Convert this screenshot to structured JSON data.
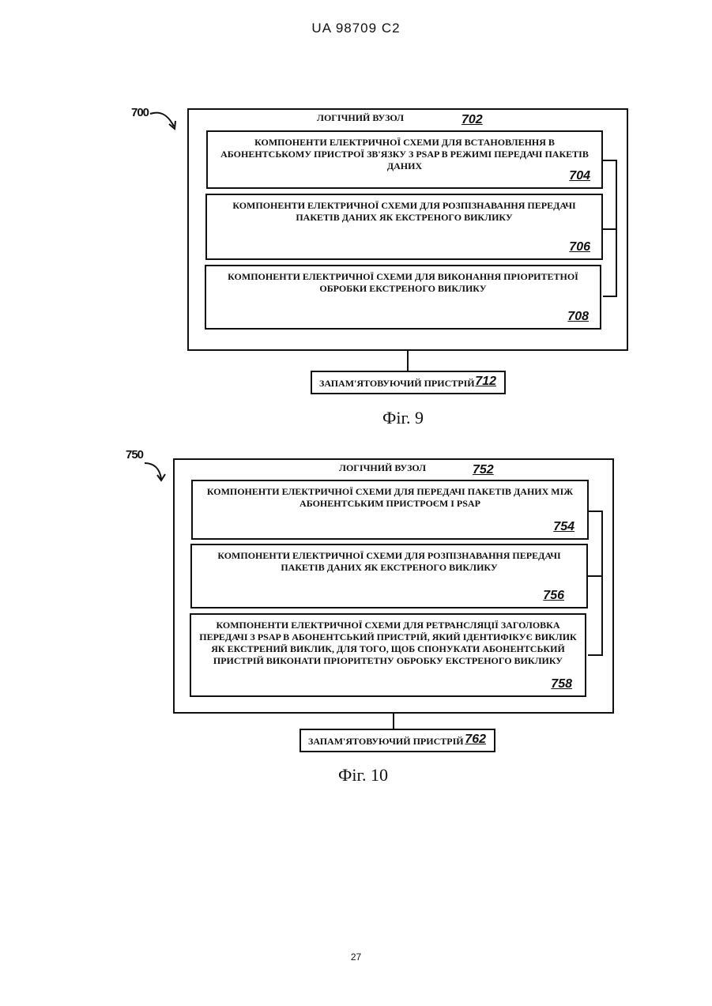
{
  "header": "UA   98709   C2",
  "page_number": "27",
  "fig9": {
    "ref": "700",
    "node_title": "ЛОГІЧНИЙ ВУЗОЛ",
    "node_ref": "702",
    "blocks": [
      {
        "text": "КОМПОНЕНТИ ЕЛЕКТРИЧНОЇ СХЕМИ ДЛЯ ВСТАНОВЛЕННЯ В АБОНЕНТСЬКОМУ ПРИСТРОЇ ЗВ'ЯЗКУ З PSAP В РЕЖИМІ ПЕРЕДАЧІ ПАКЕТІВ ДАНИХ",
        "ref": "704"
      },
      {
        "text": "КОМПОНЕНТИ ЕЛЕКТРИЧНОЇ СХЕМИ ДЛЯ РОЗПІЗНАВАННЯ ПЕРЕДАЧІ ПАКЕТІВ ДАНИХ ЯК ЕКСТРЕНОГО ВИКЛИКУ",
        "ref": "706"
      },
      {
        "text": "КОМПОНЕНТИ ЕЛЕКТРИЧНОЇ СХЕМИ ДЛЯ ВИКОНАННЯ ПРІОРИТЕТНОЇ ОБРОБКИ ЕКСТРЕНОГО ВИКЛИКУ",
        "ref": "708"
      }
    ],
    "memory_label": "ЗАПАМ'ЯТОВУЮЧИЙ ПРИСТРІЙ",
    "memory_ref": "712",
    "caption": "Фіг. 9"
  },
  "fig10": {
    "ref": "750",
    "node_title": "ЛОГІЧНИЙ ВУЗОЛ",
    "node_ref": "752",
    "blocks": [
      {
        "text": "КОМПОНЕНТИ ЕЛЕКТРИЧНОЇ СХЕМИ ДЛЯ ПЕРЕДАЧІ ПАКЕТІВ ДАНИХ МІЖ АБОНЕНТСЬКИМ ПРИСТРОЄМ І PSAP",
        "ref": "754"
      },
      {
        "text": "КОМПОНЕНТИ ЕЛЕКТРИЧНОЇ СХЕМИ ДЛЯ РОЗПІЗНАВАННЯ ПЕРЕДАЧІ ПАКЕТІВ ДАНИХ ЯК ЕКСТРЕНОГО ВИКЛИКУ",
        "ref": "756"
      },
      {
        "text": "КОМПОНЕНТИ ЕЛЕКТРИЧНОЇ СХЕМИ ДЛЯ РЕТРАНСЛЯЦІЇ ЗАГОЛОВКА ПЕРЕДАЧІ З PSAP В АБОНЕНТСЬКИЙ ПРИСТРІЙ, ЯКИЙ ІДЕНТИФІКУЄ ВИКЛИК ЯК ЕКСТРЕНИЙ ВИКЛИК, ДЛЯ ТОГО, ЩОБ СПОНУКАТИ АБОНЕНТСЬКИЙ ПРИСТРІЙ ВИКОНАТИ ПРІОРИТЕТНУ ОБРОБКУ ЕКСТРЕНОГО ВИКЛИКУ",
        "ref": "758"
      }
    ],
    "memory_label": "ЗАПАМ'ЯТОВУЮЧИЙ ПРИСТРІЙ",
    "memory_ref": "762",
    "caption": "Фіг. 10"
  }
}
